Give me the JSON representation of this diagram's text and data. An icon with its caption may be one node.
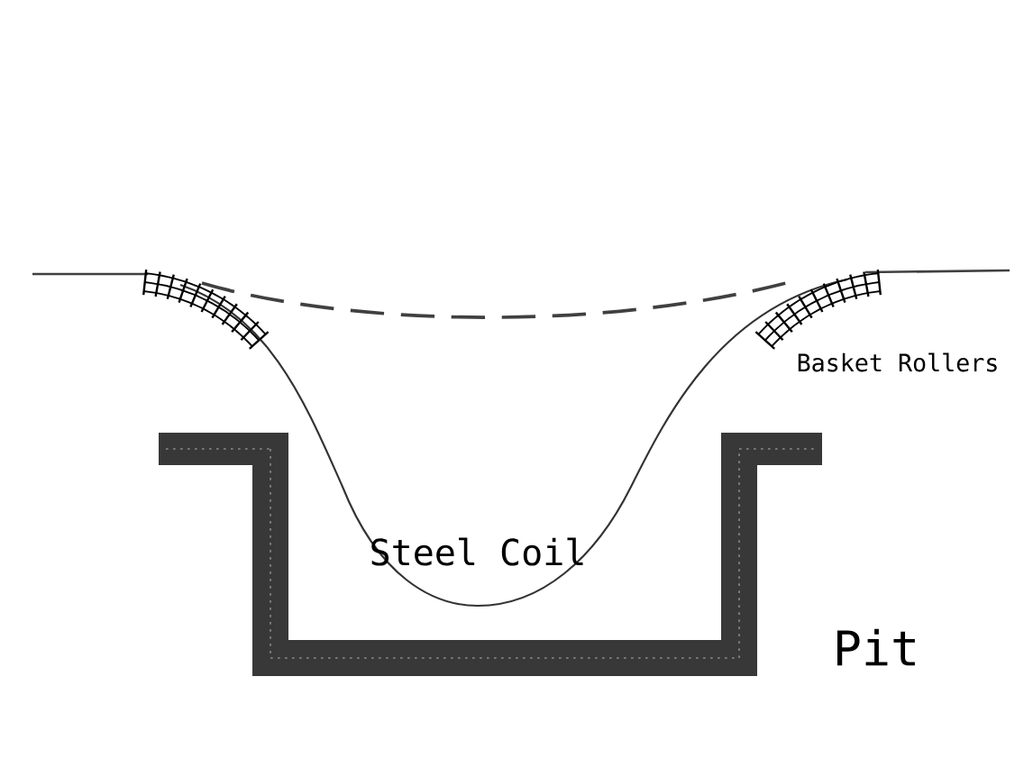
{
  "diagram": {
    "labels": [
      "Basket Rollers",
      "Steel Coil",
      "Pit"
    ]
  }
}
